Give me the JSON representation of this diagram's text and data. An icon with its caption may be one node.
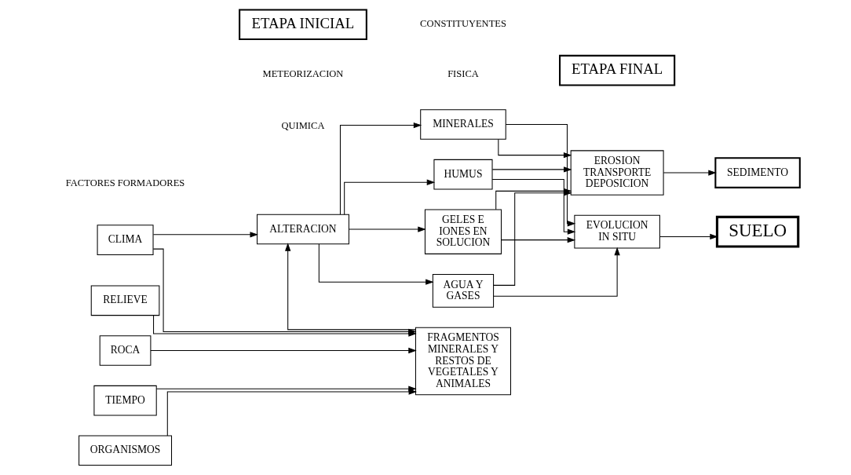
{
  "diagram": {
    "nodes": [
      {
        "text": [
          "ETAPA INICIAL"
        ]
      },
      {
        "text": [
          "ETAPA FINAL"
        ]
      },
      {
        "text": [
          "CLIMA"
        ]
      },
      {
        "text": [
          "RELIEVE"
        ]
      },
      {
        "text": [
          "ROCA"
        ]
      },
      {
        "text": [
          "TIEMPO"
        ]
      },
      {
        "text": [
          "ORGANISMOS"
        ]
      },
      {
        "text": [
          "FRAGMENTOS MINERALES Y RESTOS DE VEGETALES Y ANIMALES"
        ]
      },
      {
        "text": [
          "ALTERACION"
        ]
      },
      {
        "text": [
          "AGUA Y GASES"
        ]
      },
      {
        "text": [
          "MINERALES"
        ]
      },
      {
        "text": [
          "HUMUS"
        ]
      },
      {
        "text": [
          "GELES E IONES EN SOLUCION"
        ]
      },
      {
        "text": [
          "SUELO"
        ]
      },
      {
        "text": [
          "EVOLUCION IN SITU"
        ]
      },
      {
        "text": [
          "EROSION TRANSPORTE DEPOSICION"
        ]
      },
      {
        "text": [
          "SEDIMENTO"
        ]
      }
    ],
    "edges": [
      {
        "from": 2,
        "to": 7,
        "arrow": "to"
      },
      {
        "from": 3,
        "to": 7,
        "arrow": "to"
      },
      {
        "from": 4,
        "to": 7,
        "arrow": "to"
      },
      {
        "from": 5,
        "to": 7,
        "arrow": "to"
      },
      {
        "from": 6,
        "to": 7,
        "arrow": "to"
      },
      {
        "from": 2,
        "to": 8,
        "arrow": "to"
      },
      {
        "from": 7,
        "to": 8,
        "arrow": "to"
      },
      {
        "from": 8,
        "to": 9,
        "arrow": "to"
      },
      {
        "from": 8,
        "to": 10,
        "arrow": "to"
      },
      {
        "from": 8,
        "to": 11,
        "arrow": "to"
      },
      {
        "from": 8,
        "to": 12,
        "arrow": "to"
      },
      {
        "from": 9,
        "to": 14,
        "arrow": "to"
      },
      {
        "from": 10,
        "to": 14,
        "arrow": "to"
      },
      {
        "from": 11,
        "to": 14,
        "arrow": "to"
      },
      {
        "from": 12,
        "to": 14,
        "arrow": "to"
      },
      {
        "from": 9,
        "to": 15,
        "arrow": "to"
      },
      {
        "from": 10,
        "to": 15,
        "arrow": "to"
      },
      {
        "from": 11,
        "to": 15,
        "arrow": "to"
      },
      {
        "from": 12,
        "to": 15,
        "arrow": "to"
      },
      {
        "from": 14,
        "to": 13,
        "arrow": "to"
      },
      {
        "from": 15,
        "to": 16,
        "arrow": "to"
      }
    ],
    "labels": [
      "FACTORES FORMADORES",
      "METEORIZACION",
      "CONSTITUYENTES",
      "FISICA",
      "QUIMICA"
    ]
  }
}
